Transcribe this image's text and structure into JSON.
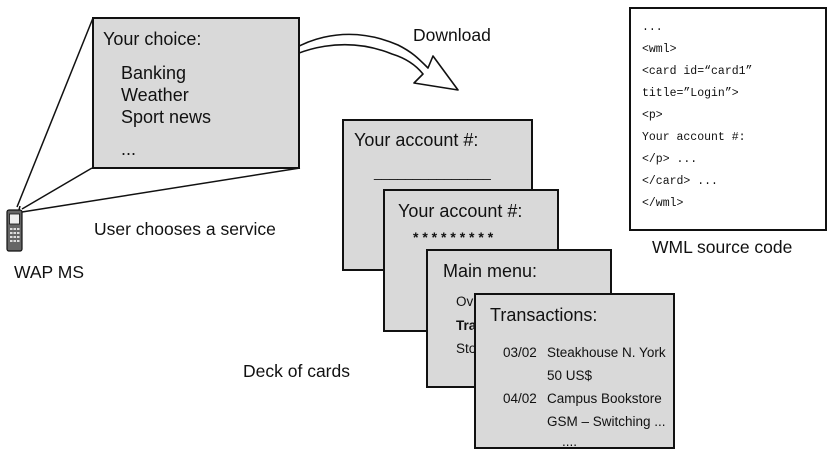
{
  "choice_screen": {
    "title": "Your choice:",
    "items": [
      "Banking",
      "Weather",
      "Sport news",
      "..."
    ]
  },
  "download_label": "Download",
  "user_label": "User chooses a service",
  "ms_label": "WAP MS",
  "deck_label": "Deck of cards",
  "wml_label": "WML source code",
  "cards": {
    "card1": {
      "title": "Your account #:",
      "field": "_______________"
    },
    "card2": {
      "title": "Your account #:",
      "field": "* * * * * * * * *"
    },
    "card3": {
      "title": "Main menu:",
      "items": [
        "Ov",
        "Tra",
        "Sto"
      ]
    },
    "card4": {
      "title": "Transactions:",
      "rows": [
        {
          "date": "03/02",
          "text": "Steakhouse N. York"
        },
        {
          "date": "",
          "text": "50 US$"
        },
        {
          "date": "04/02",
          "text": "Campus Bookstore"
        },
        {
          "date": "",
          "text": "GSM – Switching ..."
        },
        {
          "date": "",
          "text": "...."
        }
      ]
    }
  },
  "wml_code": [
    "...",
    "<wml>",
    "<card id=“card1”",
    "title=”Login”>",
    "<p>",
    "Your account #:",
    "</p> ...",
    "</card> ...",
    "</wml>"
  ],
  "colors": {
    "screen_fill": "#d9d9d9",
    "outline": "#111111"
  }
}
